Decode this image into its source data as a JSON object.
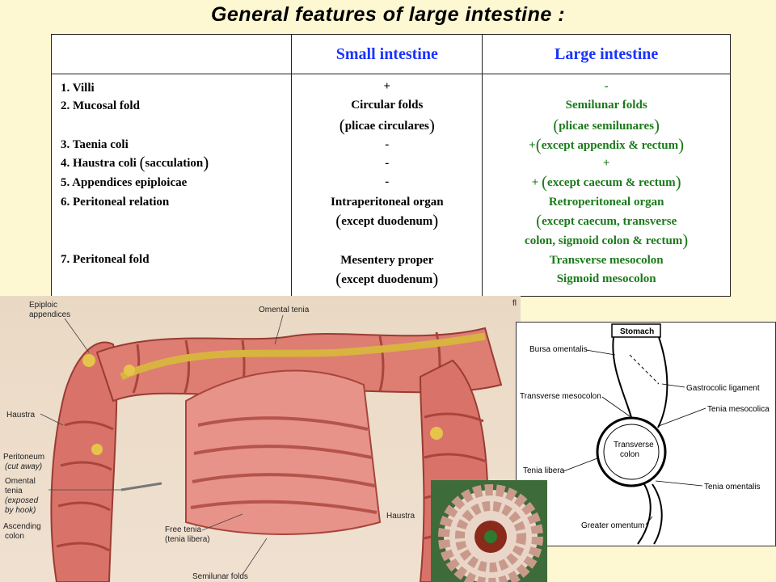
{
  "title": "General features of large intestine :",
  "table": {
    "headers": {
      "blank": "",
      "small": "Small intestine",
      "large": "Large intestine"
    },
    "features": [
      "1. Villi",
      "2. Mucosal fold",
      "3. Taenia coli",
      "4. Haustra coli (sacculation)",
      "5. Appendices epiploicae",
      "6. Peritoneal relation",
      "7. Peritoneal fold"
    ],
    "small": [
      "+",
      "Circular folds",
      "(plicae circulares)",
      "-",
      "-",
      "-",
      "Intraperitoneal organ",
      "(except duodenum)",
      "Mesentery proper",
      "(except duodenum)"
    ],
    "large": [
      "-",
      "Semilunar folds",
      "(plicae semilunares)",
      "+(except appendix & rectum)",
      "+",
      "+ (except caecum & rectum)",
      "Retroperitoneal organ",
      "(except caecum, transverse",
      "colon, sigmoid colon & rectum)",
      "Transverse mesocolon",
      "Sigmoid mesocolon"
    ]
  },
  "anatomy_labels": {
    "epiploic": "Epiploic",
    "appendices": "appendices",
    "omental_tenia": "Omental tenia",
    "haustra_left": "Haustra",
    "peritoneum": "Peritoneum",
    "cut_away": "(cut away)",
    "omental": "Omental",
    "tenia": "tenia",
    "exposed": "(exposed",
    "by_hook": "by hook)",
    "ascending": "Ascending",
    "colon": "colon",
    "free_tenia": "Free tenia",
    "tenia_libera": "(tenia libera)",
    "haustra_bottom": "Haustra",
    "semilunar": "Semilunar folds",
    "fl": "fl"
  },
  "diagram_labels": {
    "stomach": "Stomach",
    "bursa": "Bursa omentalis",
    "gastrocolic": "Gastrocolic ligament",
    "transverse_mesocolon": "Transverse mesocolon",
    "tenia_mesocolica": "Tenia mesocolica",
    "transverse": "Transverse",
    "colon": "colon",
    "tenia_libera": "Tenia libera",
    "tenia_omentalis": "Tenia omentalis",
    "greater_omentum": "Greater omentum"
  },
  "colors": {
    "background": "#fdf8d2",
    "header": "#1a33ff",
    "large_text": "#1a7a1a"
  }
}
